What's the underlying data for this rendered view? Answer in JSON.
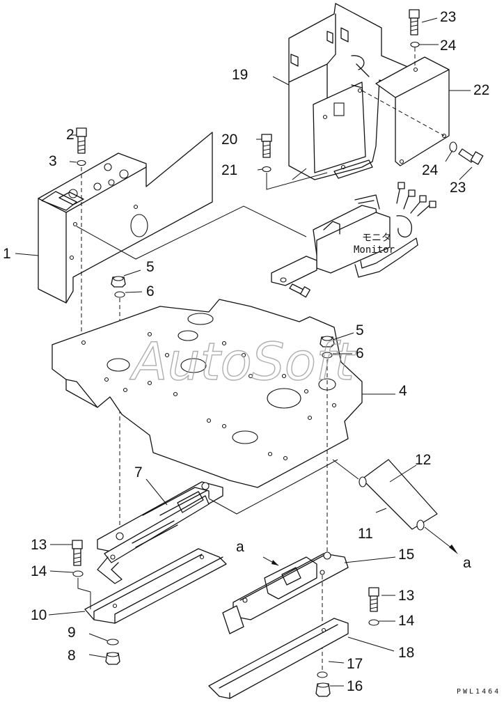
{
  "watermark": "AutoSoft",
  "drawing_code": "PWL1464",
  "monitor_label_jp": "モニタ",
  "monitor_label_en": "Monitor",
  "view_ref_a": "a",
  "callouts": {
    "p1": "1",
    "p2": "2",
    "p3": "3",
    "p4": "4",
    "p5a": "5",
    "p5b": "5",
    "p6a": "6",
    "p6b": "6",
    "p7": "7",
    "p8": "8",
    "p9": "9",
    "p10": "10",
    "p11": "11",
    "p12": "12",
    "p13a": "13",
    "p13b": "13",
    "p14a": "14",
    "p14b": "14",
    "p15": "15",
    "p16": "16",
    "p17": "17",
    "p18": "18",
    "p19": "19",
    "p20": "20",
    "p21": "21",
    "p22": "22",
    "p23a": "23",
    "p23b": "23",
    "p24a": "24",
    "p24b": "24"
  }
}
